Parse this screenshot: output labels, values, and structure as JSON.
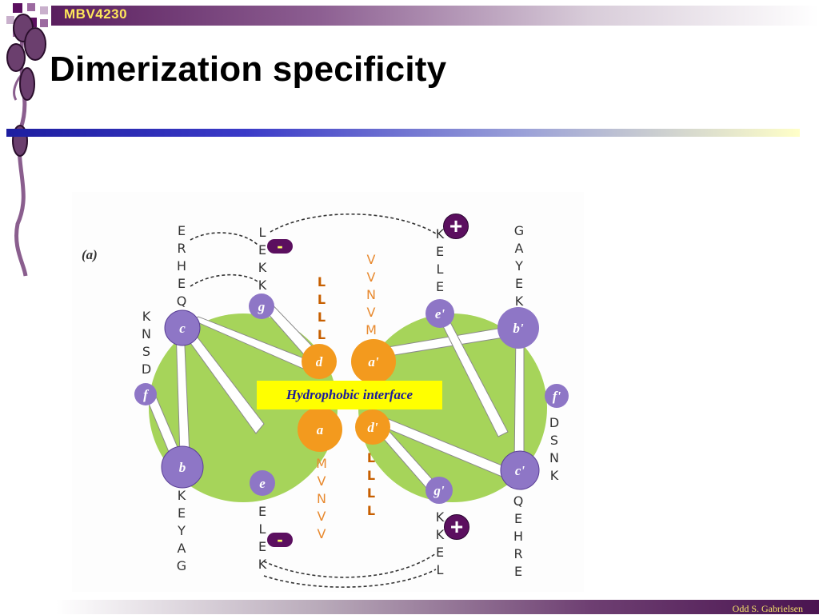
{
  "header": {
    "course_code": "MBV4230"
  },
  "slide": {
    "title": "Dimerization specificity"
  },
  "footer": {
    "author": "Odd S. Gabrielsen"
  },
  "colors": {
    "accent_purple": "#5b0f5f",
    "helix_green": "#a6d45a",
    "position_purple": "#8e76c6",
    "position_orange": "#f39a1e",
    "interface_bg": "#ffff00",
    "interface_text": "#1c1c9a"
  },
  "figure": {
    "panel_label": "(a)",
    "interface_label": "Hydrophobic interface",
    "left_helix": {
      "positions": {
        "c": "c",
        "g": "g",
        "f": "f",
        "d": "d",
        "a": "a",
        "b": "b",
        "e": "e"
      },
      "residues": {
        "e": [
          "E",
          "R",
          "H",
          "E",
          "Q"
        ],
        "g": [
          "L",
          "E",
          "K",
          "K"
        ],
        "c": [
          "K",
          "N",
          "S",
          "D"
        ],
        "b": [
          "K",
          "E",
          "Y",
          "A",
          "G"
        ],
        "e_lower": [
          "E",
          "L",
          "E",
          "K"
        ],
        "d": [
          "L",
          "L",
          "L",
          "L"
        ],
        "a": [
          "M",
          "V",
          "N",
          "V",
          "V"
        ]
      }
    },
    "right_helix": {
      "positions": {
        "e": "e'",
        "b": "b'",
        "a": "a'",
        "f": "f'",
        "d": "d'",
        "g": "g'",
        "c": "c'"
      },
      "residues": {
        "e": [
          "K",
          "E",
          "L",
          "E"
        ],
        "b": [
          "G",
          "A",
          "Y",
          "E",
          "K"
        ],
        "a": [
          "V",
          "V",
          "N",
          "V",
          "M"
        ],
        "f": [
          "D",
          "S",
          "N",
          "K"
        ],
        "d": [
          "L",
          "L",
          "L",
          "L"
        ],
        "g": [
          "K",
          "K",
          "E",
          "L"
        ],
        "c": [
          "Q",
          "E",
          "H",
          "R",
          "E"
        ]
      }
    },
    "charges": {
      "plus": "+",
      "minus": "-"
    }
  }
}
